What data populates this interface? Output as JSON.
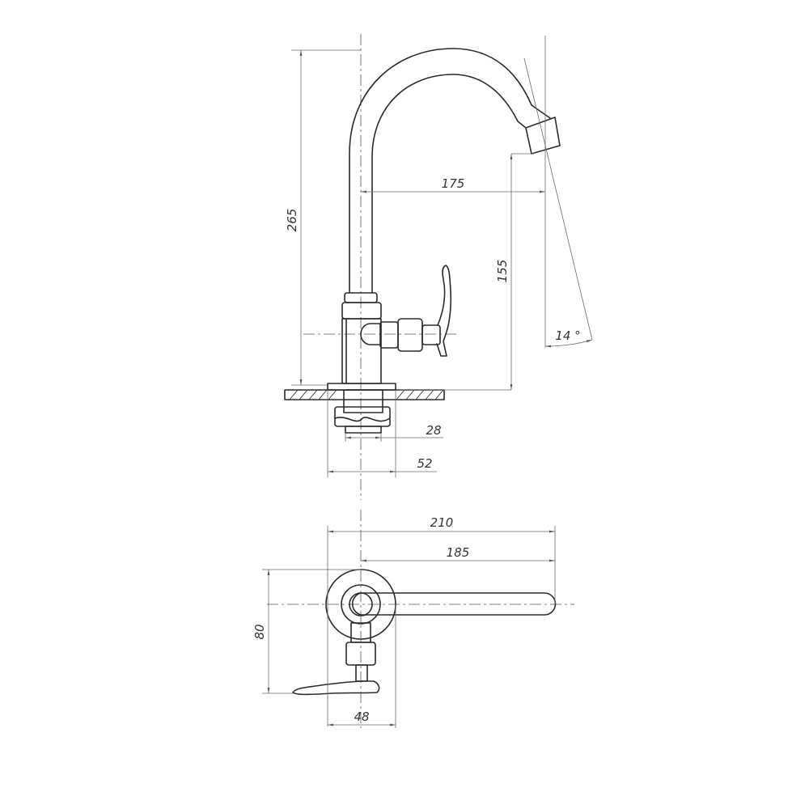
{
  "drawing": {
    "subject": "faucet",
    "views": [
      "side-elevation",
      "top-plan"
    ],
    "line_color": "#2b2b2b",
    "dimension_color": "#6a6a6a"
  },
  "dimensions": {
    "height_total": "265",
    "spout_reach": "175",
    "outlet_height": "155",
    "spout_angle": "14 °",
    "thread_diameter": "28",
    "flange_diameter": "52",
    "overall_length": "210",
    "spout_length": "185",
    "handle_depth": "80",
    "body_width": "48"
  }
}
